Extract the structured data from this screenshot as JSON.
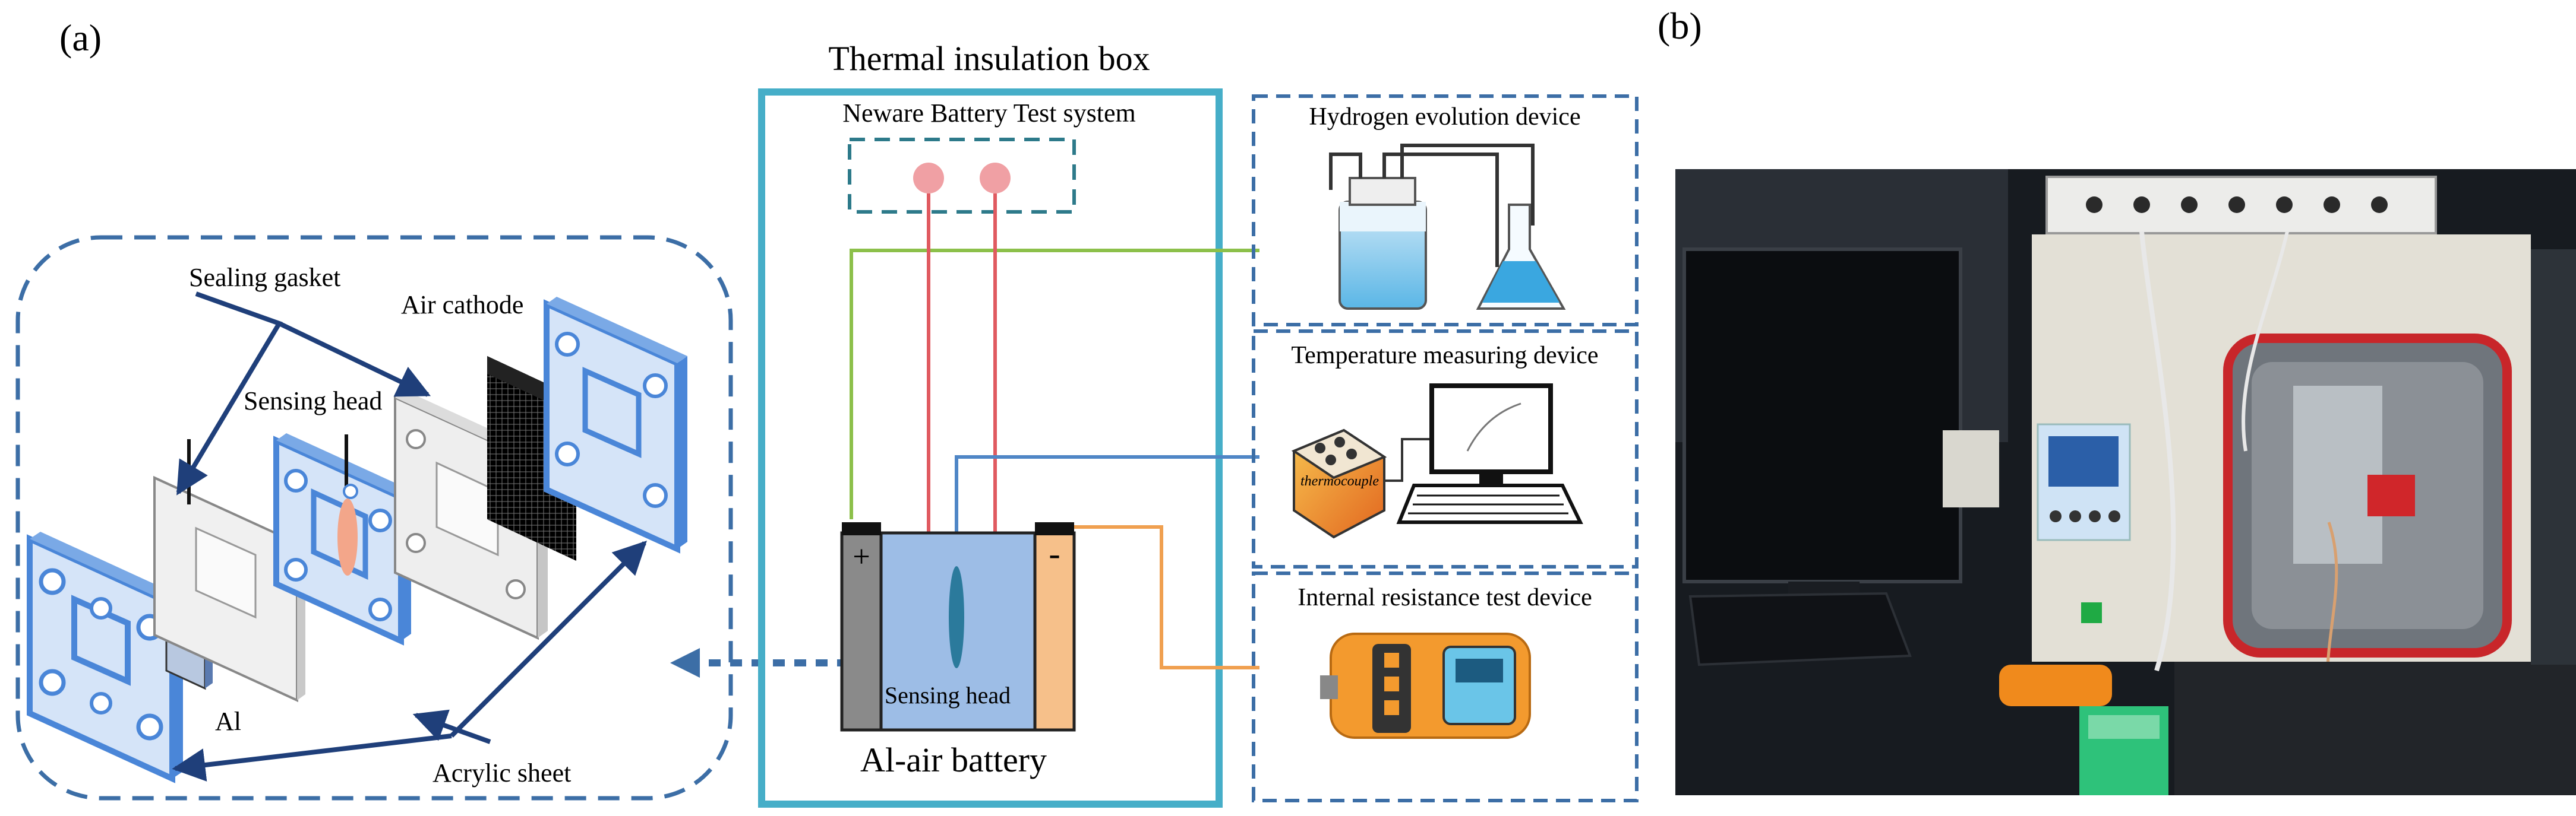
{
  "panel_a": {
    "label": "(a)",
    "exploded_view": {
      "sealing_gasket_label": "Sealing gasket",
      "air_cathode_label": "Air cathode",
      "sensing_head_label": "Sensing head",
      "al_label": "Al",
      "acrylic_sheet_label": "Acrylic sheet"
    },
    "insulation_box": {
      "title": "Thermal insulation box",
      "test_system_label": "Neware Battery Test system",
      "battery_label": "Al-air battery",
      "battery_sensing_label": "Sensing head",
      "positive_symbol": "+",
      "negative_symbol": "-"
    },
    "devices": {
      "hydrogen_label": "Hydrogen evolution device",
      "temperature_label": "Temperature measuring device",
      "thermocouple_label": "thermocouple",
      "resistance_label": "Internal resistance test device"
    }
  },
  "panel_b": {
    "label": "(b)"
  },
  "colors": {
    "dashed_blue": "#3c6ea6",
    "box_cyan": "#46aec8",
    "plate_blue": "#4a86d8",
    "wire_green": "#8cc04a",
    "wire_red": "#e05a60",
    "wire_blue": "#4f86c6",
    "wire_orange": "#f0a050",
    "battery_blue": "#9dbde6",
    "battery_orange": "#f6c08a",
    "arrow_navy": "#1f3f7a"
  }
}
